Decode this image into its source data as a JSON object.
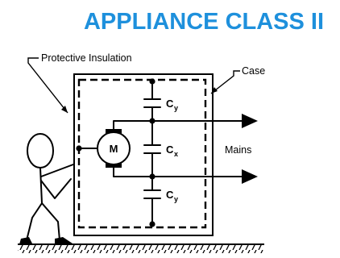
{
  "title": "APPLIANCE CLASS II",
  "labels": {
    "protective_insulation": "Protective Insulation",
    "case": "Case",
    "mains": "Mains",
    "motor": "M"
  },
  "capacitors": [
    {
      "letter": "C",
      "sub": "y"
    },
    {
      "letter": "C",
      "sub": "x"
    },
    {
      "letter": "C",
      "sub": "y"
    }
  ],
  "colors": {
    "title": "#1e90dc",
    "lines": "#000000"
  }
}
